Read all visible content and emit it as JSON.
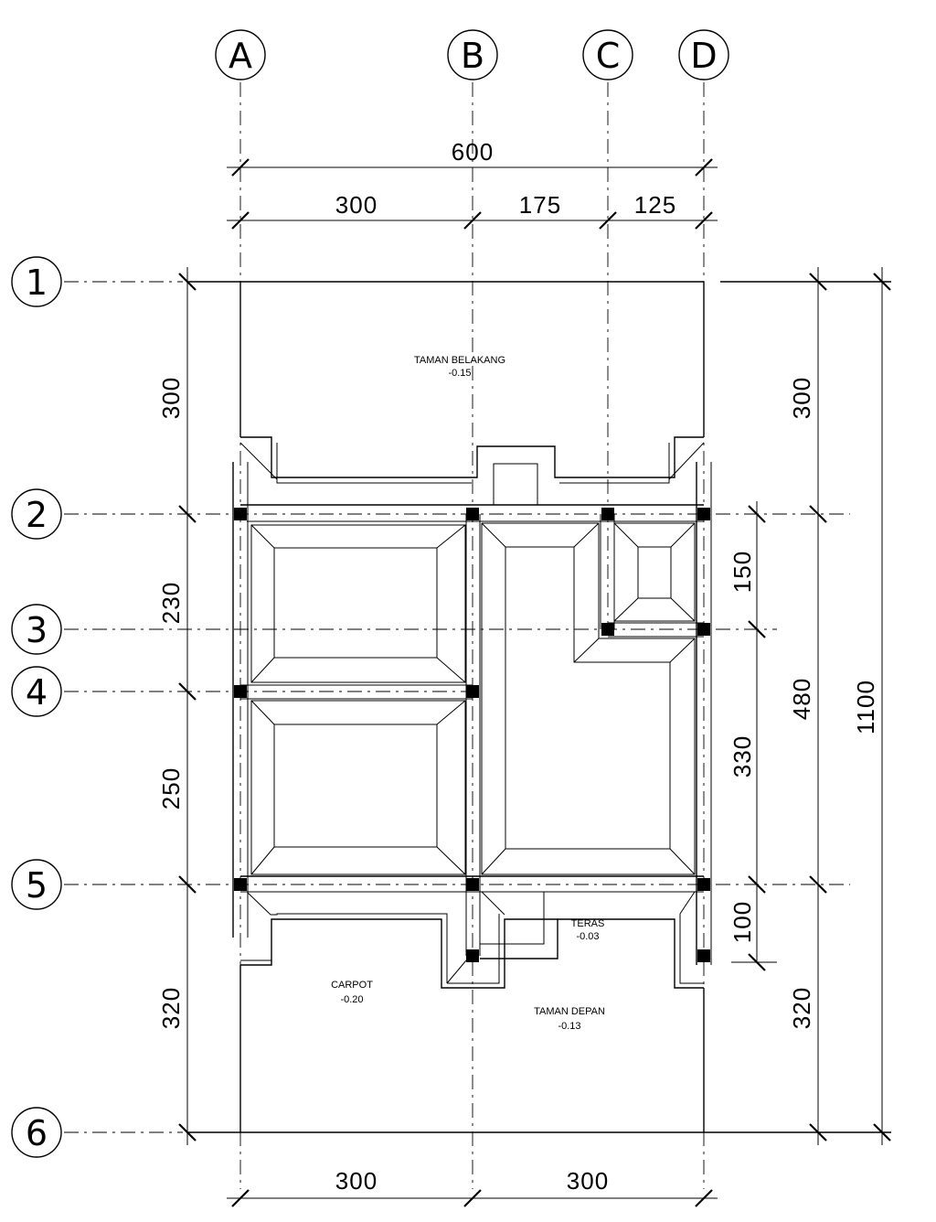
{
  "grid_columns": [
    "A",
    "B",
    "C",
    "D"
  ],
  "grid_rows": [
    "1",
    "2",
    "3",
    "4",
    "5",
    "6"
  ],
  "dimensions": {
    "top_total": "600",
    "top_ab": "300",
    "top_bc": "175",
    "top_cd": "125",
    "left_12": "300",
    "left_24": "230",
    "left_45": "250",
    "left_56": "320",
    "right_23": "150",
    "right_35": "330",
    "right_5x": "100",
    "right_12": "300",
    "right_25": "480",
    "right_56": "320",
    "right_total": "1100",
    "bottom_ab": "300",
    "bottom_bd": "300"
  },
  "spaces": {
    "taman_belakang": {
      "name": "TAMAN BELAKANG",
      "level": "-0.15"
    },
    "teras": {
      "name": "TERAS",
      "level": "-0.03"
    },
    "carpot": {
      "name": "CARPOT",
      "level": "-0.20"
    },
    "taman_depan": {
      "name": "TAMAN DEPAN",
      "level": "-0.13"
    }
  }
}
